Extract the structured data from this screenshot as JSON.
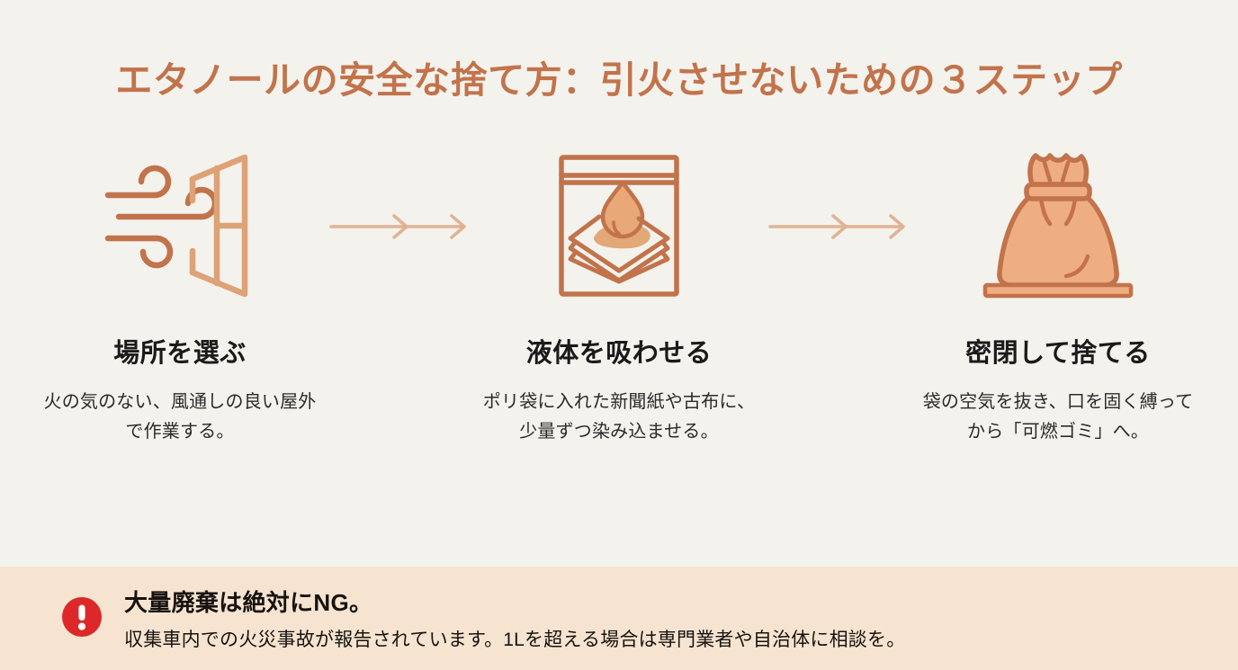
{
  "theme": {
    "background": "#F4F2ED",
    "title_color": "#C2734B",
    "icon_stroke": "#C2734B",
    "icon_fill": "#E8A877",
    "arrow_color": "#E2B392",
    "banner_background": "#F6E4D1",
    "alert_color": "#DC2828",
    "text_color": "#1A1A1A"
  },
  "header": {
    "title": "エタノールの安全な捨て方：引火させないための３ステップ"
  },
  "steps": [
    {
      "icon": "open-window-ventilation-icon",
      "title": "場所を選ぶ",
      "description": "火の気のない、風通しの良い屋外で作業する。"
    },
    {
      "icon": "plastic-bag-absorbent-paper-icon",
      "title": "液体を吸わせる",
      "description": "ポリ袋に入れた新聞紙や古布に、少量ずつ染み込ませる。"
    },
    {
      "icon": "tied-garbage-bag-icon",
      "title": "密閉して捨てる",
      "description": "袋の空気を抜き、口を固く縛ってから「可燃ゴミ」へ。"
    }
  ],
  "arrows": [
    {
      "icon": "arrow-right-icon"
    },
    {
      "icon": "arrow-right-icon"
    }
  ],
  "warning": {
    "icon": "exclamation-circle-icon",
    "title": "大量廃棄は絶対にNG。",
    "body": "収集車内での火災事故が報告されています。1Lを超える場合は専門業者や自治体に相談を。"
  }
}
